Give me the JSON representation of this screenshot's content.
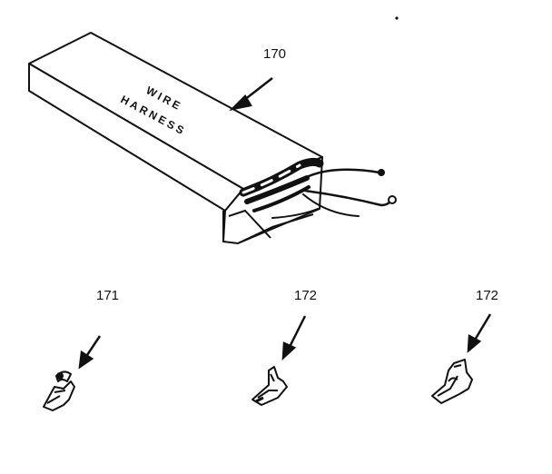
{
  "parts": [
    {
      "ref": "170",
      "box_text_line1": "WIRE",
      "box_text_line2": "HARNESS"
    },
    {
      "ref": "171"
    },
    {
      "ref": "172"
    },
    {
      "ref": "172"
    }
  ]
}
